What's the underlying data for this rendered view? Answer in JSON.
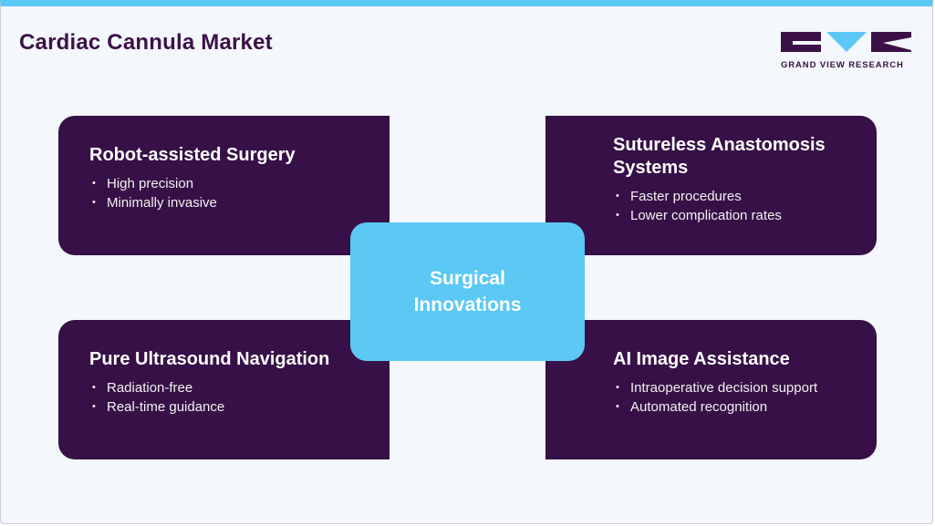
{
  "header": {
    "title": "Cardiac Cannula Market",
    "logo_text": "GRAND VIEW RESEARCH"
  },
  "center": {
    "label": "Surgical Innovations"
  },
  "cards": [
    {
      "title": "Robot-assisted Surgery",
      "bullets": [
        "High precision",
        "Minimally invasive"
      ]
    },
    {
      "title": "Sutureless Anastomosis Systems",
      "bullets": [
        "Faster procedures",
        "Lower complication rates"
      ]
    },
    {
      "title": "Pure Ultrasound Navigation",
      "bullets": [
        "Radiation-free",
        "Real-time guidance"
      ]
    },
    {
      "title": "AI Image Assistance",
      "bullets": [
        "Intraoperative decision support",
        "Automated recognition"
      ]
    }
  ],
  "colors": {
    "card_bg": "#361046",
    "accent": "#5bc8f5",
    "title": "#3b1147"
  }
}
